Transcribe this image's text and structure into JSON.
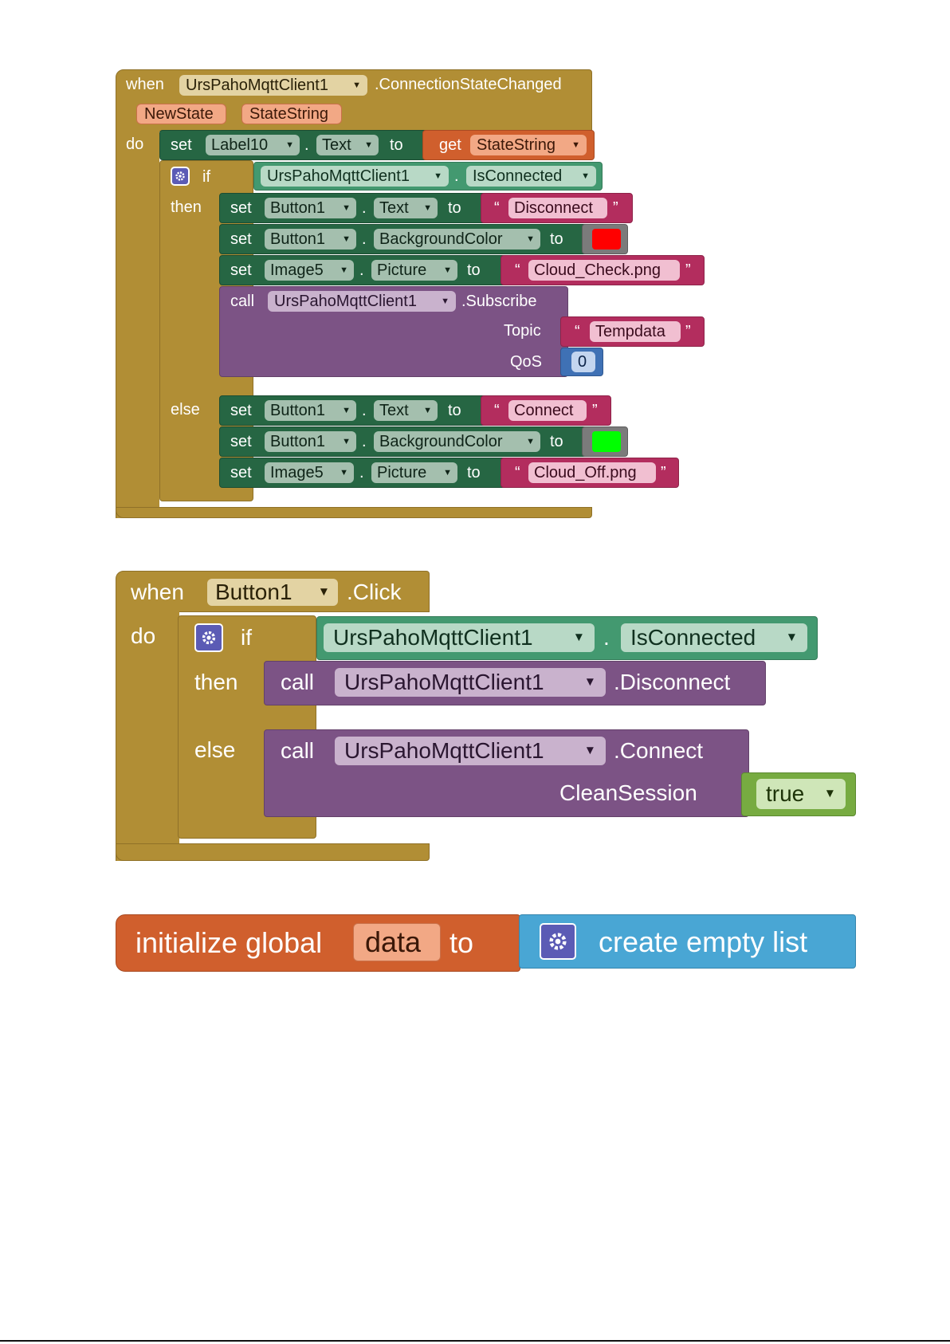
{
  "event1": {
    "when": "when",
    "component": "UrsPahoMqttClient1",
    "event": ".ConnectionStateChanged",
    "params": [
      "NewState",
      "StateString"
    ],
    "do": "do",
    "set_kw": "set",
    "to_kw": "to",
    "dot": ".",
    "label_component": "Label10",
    "label_property": "Text",
    "get_kw": "get",
    "get_var": "StateString",
    "if_kw": "if",
    "then_kw": "then",
    "else_kw": "else",
    "cond_component": "UrsPahoMqttClient1",
    "cond_property": "IsConnected",
    "then_items": {
      "b1_component": "Button1",
      "text_property": "Text",
      "text_value": "Disconnect",
      "bg_property": "BackgroundColor",
      "bg_color": "#ff0000",
      "img_component": "Image5",
      "pic_property": "Picture",
      "pic_value": "Cloud_Check.png",
      "call_kw": "call",
      "call_component": "UrsPahoMqttClient1",
      "call_method": ".Subscribe",
      "topic_label": "Topic",
      "topic_value": "Tempdata",
      "qos_label": "QoS",
      "qos_value": "0"
    },
    "else_items": {
      "b1_component": "Button1",
      "text_property": "Text",
      "text_value": "Connect",
      "bg_property": "BackgroundColor",
      "bg_color": "#00ff00",
      "img_component": "Image5",
      "pic_property": "Picture",
      "pic_value": "Cloud_Off.png"
    },
    "open_quote": "“",
    "close_quote": "”"
  },
  "event2": {
    "when": "when",
    "component": "Button1",
    "event": ".Click",
    "do": "do",
    "if_kw": "if",
    "then_kw": "then",
    "else_kw": "else",
    "dot": ".",
    "cond_component": "UrsPahoMqttClient1",
    "cond_property": "IsConnected",
    "call_kw": "call",
    "then_component": "UrsPahoMqttClient1",
    "then_method": ".Disconnect",
    "else_component": "UrsPahoMqttClient1",
    "else_method": ".Connect",
    "clean_label": "CleanSession",
    "clean_value": "true"
  },
  "global": {
    "init_kw": "initialize global",
    "var_name": "data",
    "to_kw": "to",
    "list_label": "create empty list"
  },
  "icons": {
    "dropdown": "▼",
    "gear": "gear-icon"
  },
  "colors": {
    "event": "#b18e35",
    "setter": "#266643",
    "property": "#439970",
    "text": "#b32d5e",
    "procedure": "#7c5385",
    "math": "#3f71b5",
    "logic": "#77ab41",
    "variable": "#d05f2d",
    "list": "#49a6d4"
  }
}
